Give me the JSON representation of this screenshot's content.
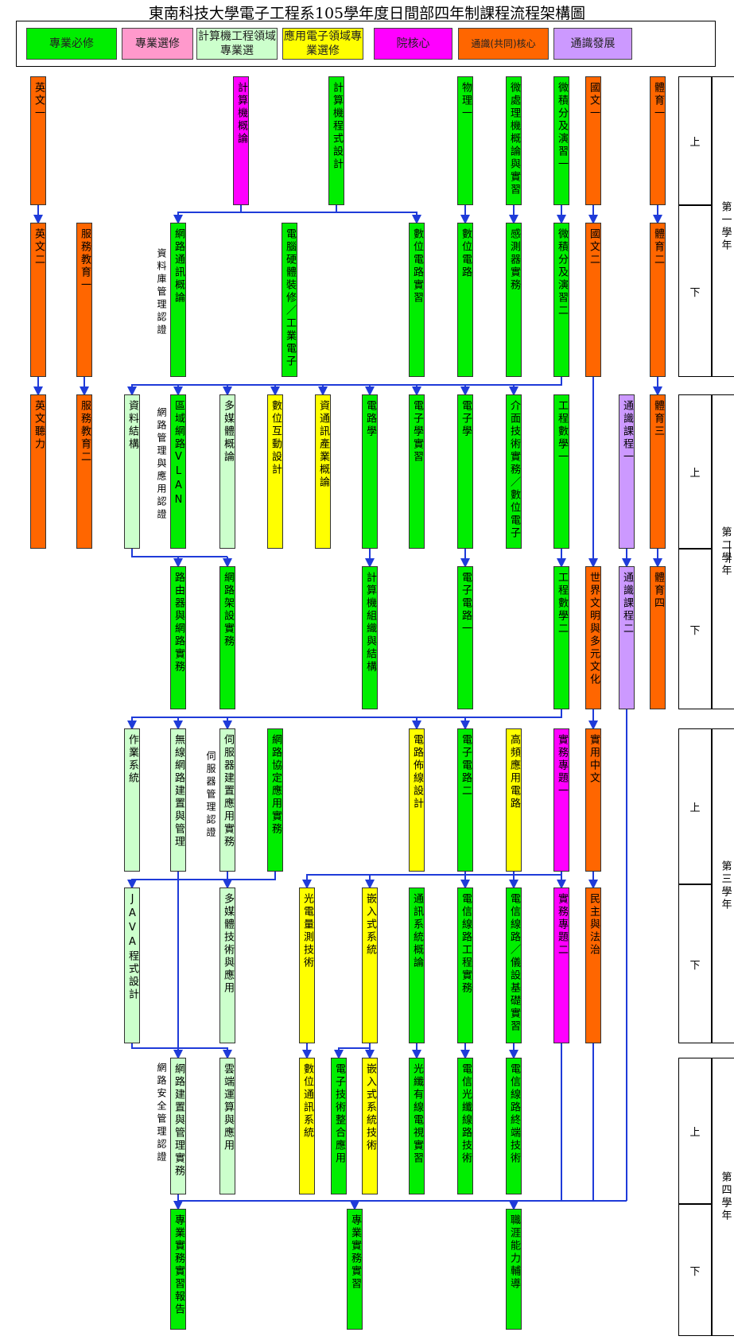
{
  "title": "東南科技大學電子工程系105學年度日間部四年制課程流程架構圖",
  "legend": [
    {
      "label": "專業必修",
      "color": "#00ee00"
    },
    {
      "label": "專業選修",
      "color": "#ff99cc"
    },
    {
      "label": "計算機工程領域專業選",
      "color": "#ccffcc"
    },
    {
      "label": "應用電子領域專業選修",
      "color": "#ffff00"
    },
    {
      "label": "院核心",
      "color": "#ff00ff"
    },
    {
      "label": "通識(共同)核心",
      "color": "#ff6600"
    },
    {
      "label": "通識發展",
      "color": "#cc99ff"
    }
  ],
  "semesters": [
    "上",
    "下",
    "上",
    "下",
    "上",
    "下",
    "上",
    "下"
  ],
  "years": [
    "第一學年",
    "第二學年",
    "第三學年",
    "第四學年"
  ],
  "courses": [
    {
      "text": "英文一",
      "type": 5
    },
    {
      "text": "計算機概論",
      "type": 4
    },
    {
      "text": "計算機程式設計",
      "type": 0
    },
    {
      "text": "物理一",
      "type": 0
    },
    {
      "text": "微處理機概論與實習",
      "type": 0
    },
    {
      "text": "微積分及演習一",
      "type": 0
    },
    {
      "text": "國文一",
      "type": 5
    },
    {
      "text": "體育一",
      "type": 5
    },
    {
      "text": "英文二",
      "type": 5
    },
    {
      "text": "服務教育一",
      "type": 5
    },
    {
      "text": "網路通訊概論",
      "type": 0
    },
    {
      "text": "電腦硬體裝修／工業電子",
      "type": 0
    },
    {
      "text": "數位電路實習",
      "type": 0
    },
    {
      "text": "數位電路",
      "type": 0
    },
    {
      "text": "感測器實務",
      "type": 0
    },
    {
      "text": "微積分及演習二",
      "type": 0
    },
    {
      "text": "國文二",
      "type": 5
    },
    {
      "text": "體育二",
      "type": 5
    },
    {
      "text": "英文聽力",
      "type": 5
    },
    {
      "text": "服務教育二",
      "type": 5
    },
    {
      "text": "資料結構",
      "type": 2
    },
    {
      "text": "區域網路VLAN",
      "type": 0
    },
    {
      "text": "多媒體概論",
      "type": 2
    },
    {
      "text": "數位互動設計",
      "type": 3
    },
    {
      "text": "資通訊產業概論",
      "type": 3
    },
    {
      "text": "電路學",
      "type": 0
    },
    {
      "text": "電子學實習",
      "type": 0
    },
    {
      "text": "電子學",
      "type": 0
    },
    {
      "text": "介面技術實務／數位電子",
      "type": 0
    },
    {
      "text": "工程數學一",
      "type": 0
    },
    {
      "text": "通識課程一",
      "type": 6
    },
    {
      "text": "體育三",
      "type": 5
    },
    {
      "text": "路由器與網路實務",
      "type": 0
    },
    {
      "text": "網路架設實務",
      "type": 0
    },
    {
      "text": "計算機組織與結構",
      "type": 0
    },
    {
      "text": "電子電路一",
      "type": 0
    },
    {
      "text": "工程數學二",
      "type": 0
    },
    {
      "text": "世界文明與多元文化",
      "type": 5
    },
    {
      "text": "通識課程二",
      "type": 6
    },
    {
      "text": "體育四",
      "type": 5
    },
    {
      "text": "作業系統",
      "type": 2
    },
    {
      "text": "無線網路建置與管理",
      "type": 2
    },
    {
      "text": "伺服器建置應用實務",
      "type": 2
    },
    {
      "text": "網路協定應用實務",
      "type": 0
    },
    {
      "text": "電路佈線設計",
      "type": 3
    },
    {
      "text": "電子電路二",
      "type": 0
    },
    {
      "text": "高頻應用電路",
      "type": 3
    },
    {
      "text": "實務專題一",
      "type": 4
    },
    {
      "text": "實用中文",
      "type": 5
    },
    {
      "text": "JAVA程式設計",
      "type": 2
    },
    {
      "text": "多媒體技術與應用",
      "type": 2
    },
    {
      "text": "光電量測技術",
      "type": 3
    },
    {
      "text": "嵌入式系統",
      "type": 3
    },
    {
      "text": "通訊系統概論",
      "type": 0
    },
    {
      "text": "電信線路工程實務",
      "type": 0
    },
    {
      "text": "電信線路／儀設基礎實習",
      "type": 0
    },
    {
      "text": "實務專題二",
      "type": 4
    },
    {
      "text": "民主與法治",
      "type": 5
    },
    {
      "text": "網路建置與管理實務",
      "type": 2
    },
    {
      "text": "雲端運算與應用",
      "type": 2
    },
    {
      "text": "數位通訊系統",
      "type": 3
    },
    {
      "text": "電子技術整合應用",
      "type": 0
    },
    {
      "text": "嵌入式系統技術",
      "type": 3
    },
    {
      "text": "光纖有線電視實習",
      "type": 0
    },
    {
      "text": "電信光纖線路技術",
      "type": 0
    },
    {
      "text": "電信線路終端技術",
      "type": 0
    },
    {
      "text": "專業實務實習報告",
      "type": 0
    },
    {
      "text": "專業實務實習",
      "type": 0
    },
    {
      "text": "職涯能力輔導",
      "type": 0
    }
  ],
  "notes": [
    "資料庫管理認證",
    "網路管理與應用認證",
    "伺服器管理認證",
    "網路安全管理認證"
  ]
}
